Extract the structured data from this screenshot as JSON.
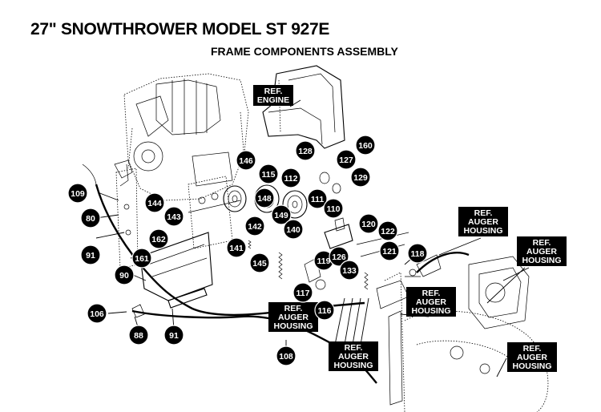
{
  "title": "27\" SNOWTHROWER MODEL ST 927E",
  "subtitle": "FRAME COMPONENTS ASSEMBLY",
  "colors": {
    "ink": "#000000",
    "paper": "#ffffff",
    "label_text": "#ffffff"
  },
  "ref_labels": [
    {
      "id": "ref-engine",
      "lines": [
        "REF.",
        "ENGINE"
      ]
    },
    {
      "id": "ref-auger-top",
      "lines": [
        "REF.",
        "AUGER",
        "HOUSING"
      ]
    },
    {
      "id": "ref-auger-right",
      "lines": [
        "REF.",
        "AUGER",
        "HOUSING"
      ]
    },
    {
      "id": "ref-auger-mid",
      "lines": [
        "REF.",
        "AUGER",
        "HOUSING"
      ]
    },
    {
      "id": "ref-auger-left",
      "lines": [
        "REF.",
        "AUGER",
        "HOUSING"
      ]
    },
    {
      "id": "ref-auger-bottom",
      "lines": [
        "REF.",
        "AUGER",
        "HOUSING"
      ]
    },
    {
      "id": "ref-auger-lowright",
      "lines": [
        "REF.",
        "AUGER",
        "HOUSING"
      ]
    }
  ],
  "callouts": [
    "146",
    "115",
    "112",
    "128",
    "127",
    "160",
    "129",
    "109",
    "144",
    "148",
    "111",
    "80",
    "143",
    "142",
    "149",
    "110",
    "120",
    "162",
    "140",
    "122",
    "91",
    "161",
    "141",
    "145",
    "119",
    "126",
    "121",
    "118",
    "90",
    "133",
    "117",
    "116",
    "106",
    "88",
    "91",
    "108"
  ]
}
